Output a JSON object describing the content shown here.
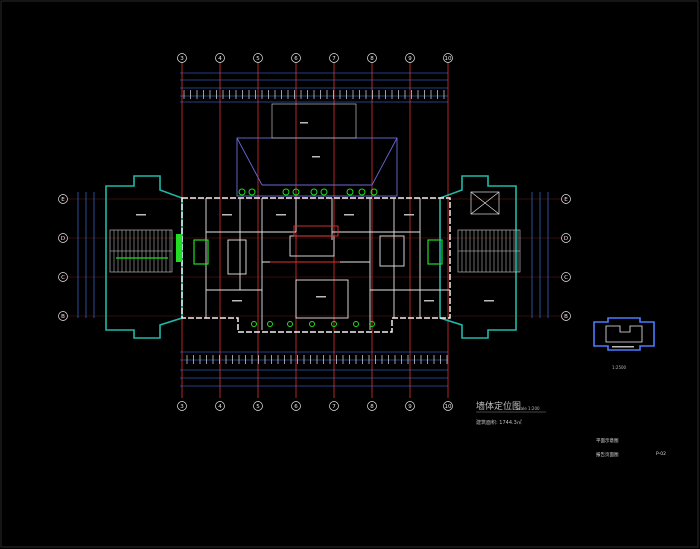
{
  "drawing": {
    "colors": {
      "background": "#000000",
      "axis": "#e03030",
      "wall": "#f0f0f0",
      "wing_outline": "#20b8a8",
      "roof": "#6a6ad8",
      "accent_green": "#22dd22",
      "dimension": "#4a7cff",
      "text": "#c9c9c9"
    },
    "top_axes": [
      "3",
      "4",
      "5",
      "6",
      "7",
      "8",
      "9",
      "10"
    ],
    "bottom_axes": [
      "3",
      "4",
      "5",
      "6",
      "7",
      "8",
      "9",
      "10"
    ],
    "left_axes": [
      "E",
      "D",
      "C",
      "B"
    ],
    "right_axes": [
      "E",
      "D",
      "C",
      "B"
    ],
    "title_block": {
      "title": "墙体定位图",
      "scale_note": "Scale 1:200",
      "area_note": "建筑面积: 1744.3㎡",
      "label_a": "平面示意图",
      "label_b": "报告页面图",
      "page": "P-02"
    },
    "keyplan": {
      "scale": "1:2500"
    }
  }
}
